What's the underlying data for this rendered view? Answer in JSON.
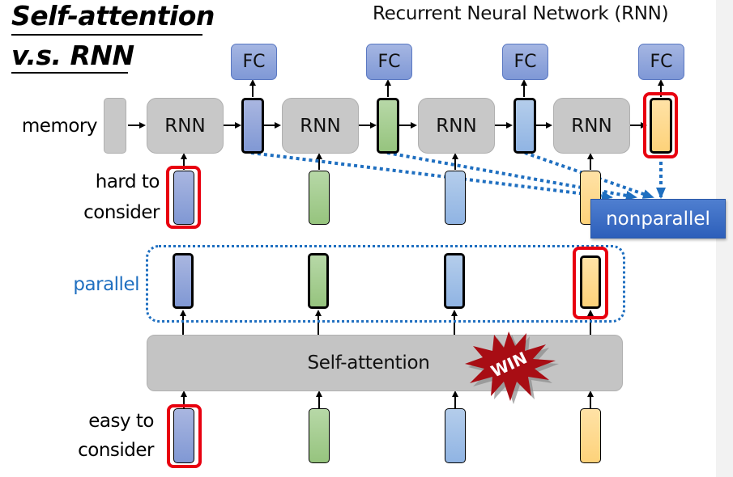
{
  "title": {
    "line1": "Self-attention",
    "line2": "v.s. RNN"
  },
  "subtitle": "Recurrent Neural Network (RNN)",
  "rnn_section": {
    "memory_label": "memory",
    "rnn_label": "RNN",
    "fc_label": "FC",
    "hard_label_1": "hard to",
    "hard_label_2": "consider",
    "nonparallel_label": "nonparallel"
  },
  "self_attention_section": {
    "parallel_label": "parallel",
    "block_label": "Self-attention",
    "win_badge": "WIN",
    "easy_label_1": "easy to",
    "easy_label_2": "consider"
  },
  "colors": {
    "vector_1": "#8fa4da",
    "vector_2": "#a6cf93",
    "vector_3": "#a2c1e8",
    "vector_4": "#fed88e",
    "highlight_red": "#e8000f",
    "dotted_blue": "#1f6fc0",
    "nonparallel_box": "#3a6cc4",
    "block_gray": "#c4c4c4",
    "win_red": "#a80d14"
  }
}
